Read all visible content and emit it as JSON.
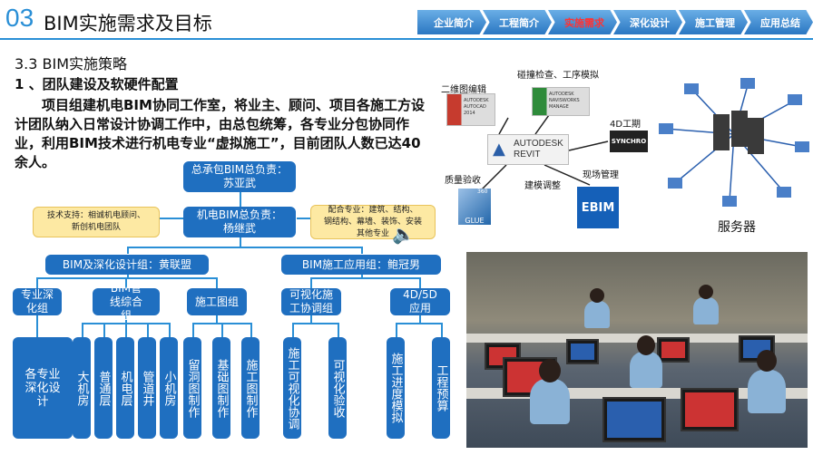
{
  "header": {
    "number": "03",
    "title": "BIM实施需求及目标",
    "nav": [
      "企业简介",
      "工程简介",
      "实施需求",
      "深化设计",
      "施工管理",
      "应用总结"
    ],
    "active_index": 2
  },
  "section": "3.3  BIM实施策略",
  "subsection": "1 、团队建设及软硬件配置",
  "paragraph": "项目组建机电BIM协同工作室，将业主、顾问、项目各施工方设计团队纳入日常设计协调工作中，由总包统筹，各专业分包协同作业，利用BIM技术进行机电专业“虚拟施工”，目前团队人数已达40余人。",
  "org": {
    "top": "总承包BIM总负责：\n苏亚武",
    "mep": "机电BIM总负责：\n杨继武",
    "support": "技术支持：相诚机电顾问、\n新创机电团队",
    "coop": "配合专业：建筑、结构、\n钢结构、幕墙、装饰、安装\n其他专业",
    "group_a": "BIM及深化设计组：黄联盟",
    "group_b": "BIM施工应用组：鲍冠男",
    "mid": [
      "专业深化组",
      "BIM管线综合组",
      "施工图组",
      "可视化施工协调组",
      "4D/5D应用"
    ],
    "leaves": [
      "各专业深化设计",
      "大机房",
      "普通层",
      "机电层",
      "管道井",
      "小机房",
      "留洞图制作",
      "基础图制作",
      "施工图制作",
      "施工可视化协调",
      "可视化验收",
      "施工进度模拟",
      "工程预算"
    ]
  },
  "software": {
    "cad_label": "二维图编辑",
    "cad_name": "AUTODESK AUTOCAD 2014",
    "navis_label": "碰撞检查、工序模拟",
    "navis_name": "AUTODESK NAVISWORKS MANAGE",
    "revit": "AUTODESK\nREVIT",
    "synchro_label": "4D工期",
    "synchro": "SYNCHRO",
    "glue_label": "质量验收",
    "glue": "GLUE",
    "build_label": "建模调整",
    "site_label": "现场管理",
    "ebim": "EBIM",
    "glue_num": "360"
  },
  "server_label": "服务器",
  "colors": {
    "accent": "#2a8fd6",
    "box": "#1f6fc0",
    "note": "#fde9a3",
    "nav_active_text": "#ff3333"
  }
}
